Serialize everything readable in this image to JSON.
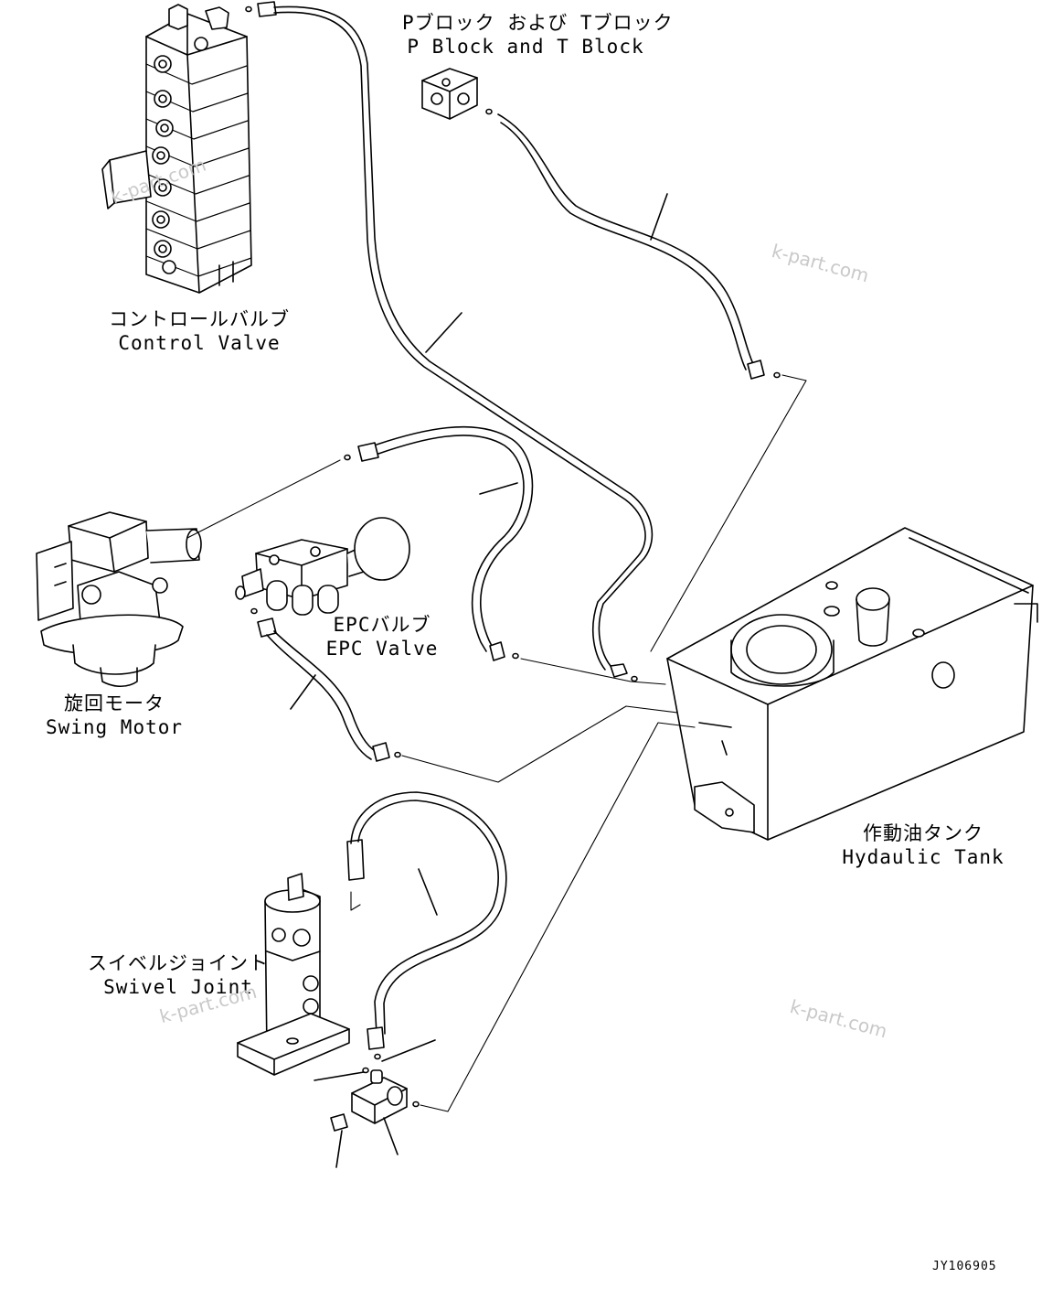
{
  "labels": {
    "p_block": {
      "jp": "Pブロック および Tブロック",
      "en": "P Block and T Block"
    },
    "control_valve": {
      "jp": "コントロールバルブ",
      "en": "Control Valve"
    },
    "epc_valve": {
      "jp": "EPCバルブ",
      "en": "EPC Valve"
    },
    "swing_motor": {
      "jp": "旋回モータ",
      "en": "Swing Motor"
    },
    "hydraulic_tank": {
      "jp": "作動油タンク",
      "en": "Hydaulic Tank"
    },
    "swivel_joint": {
      "jp": "スイベルジョイント",
      "en": "Swivel Joint"
    }
  },
  "watermark": "k-part.com",
  "drawing_code": "JY106905",
  "colors": {
    "line": "#000000",
    "background": "#ffffff",
    "watermark": "#c9c9c9"
  }
}
